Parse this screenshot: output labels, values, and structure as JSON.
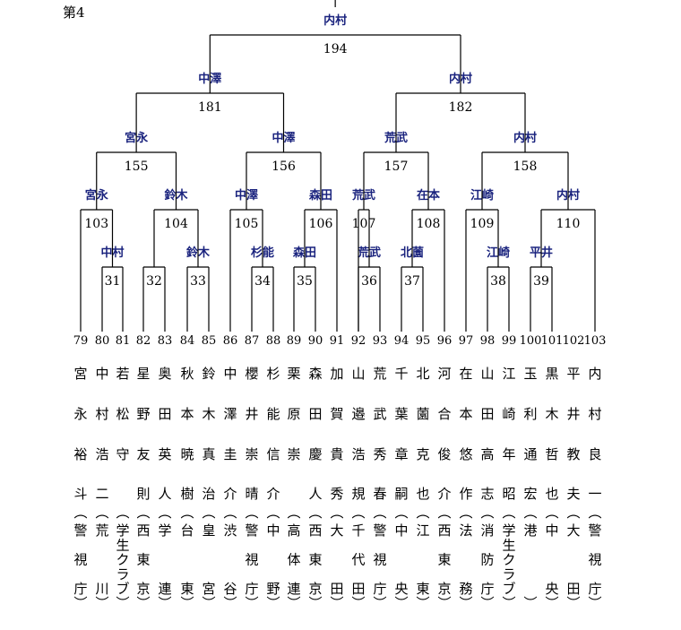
{
  "page_label": "第4",
  "colors": {
    "line": "#000000",
    "winner": "#1a237e",
    "text": "#000000"
  },
  "entries": [
    {
      "seed": "79",
      "name": "宮永裕斗",
      "team": "警視庁"
    },
    {
      "seed": "80",
      "name": "中村浩二",
      "team": "荒川"
    },
    {
      "seed": "81",
      "name": "若松守",
      "team": "学生クラブ"
    },
    {
      "seed": "82",
      "name": "星野友則",
      "team": "西東京"
    },
    {
      "seed": "83",
      "name": "奥田英人",
      "team": "学連"
    },
    {
      "seed": "84",
      "name": "秋本暁樹",
      "team": "台東"
    },
    {
      "seed": "85",
      "name": "鈴木真治",
      "team": "皇宮"
    },
    {
      "seed": "86",
      "name": "中澤圭介",
      "team": "渋谷"
    },
    {
      "seed": "87",
      "name": "櫻井崇晴",
      "team": "警視庁"
    },
    {
      "seed": "88",
      "name": "杉能信介",
      "team": "中野"
    },
    {
      "seed": "89",
      "name": "栗原崇",
      "team": "高体連"
    },
    {
      "seed": "90",
      "name": "森田慶人",
      "team": "西東京"
    },
    {
      "seed": "91",
      "name": "加賀貴秀",
      "team": "大田"
    },
    {
      "seed": "92",
      "name": "山邉浩規",
      "team": "千代田"
    },
    {
      "seed": "93",
      "name": "荒武秀春",
      "team": "警視庁"
    },
    {
      "seed": "94",
      "name": "千葉章嗣",
      "team": "中央"
    },
    {
      "seed": "95",
      "name": "北薗克也",
      "team": "江東"
    },
    {
      "seed": "96",
      "name": "河合俊介",
      "team": "西東京"
    },
    {
      "seed": "97",
      "name": "在本悠作",
      "team": "法務"
    },
    {
      "seed": "98",
      "name": "山田高志",
      "team": "消防庁"
    },
    {
      "seed": "99",
      "name": "江崎年昭",
      "team": "学生クラブ"
    },
    {
      "seed": "100",
      "name": "玉利通宏",
      "team": "港"
    },
    {
      "seed": "101",
      "name": "黒木哲也",
      "team": "中央"
    },
    {
      "seed": "102",
      "name": "平井教夫",
      "team": "大田"
    },
    {
      "seed": "103",
      "name": "内村良一",
      "team": "警視庁"
    }
  ],
  "matches": [
    {
      "id": "31",
      "winner": "中村"
    },
    {
      "id": "32",
      "winner": ""
    },
    {
      "id": "33",
      "winner": "鈴木"
    },
    {
      "id": "34",
      "winner": "杉能"
    },
    {
      "id": "35",
      "winner": "森田"
    },
    {
      "id": "36",
      "winner": "荒武"
    },
    {
      "id": "37",
      "winner": "北薗"
    },
    {
      "id": "38",
      "winner": "江崎"
    },
    {
      "id": "39",
      "winner": "平井"
    },
    {
      "id": "103",
      "winner": "宮永"
    },
    {
      "id": "104",
      "winner": "鈴木"
    },
    {
      "id": "105",
      "winner": "中澤"
    },
    {
      "id": "106",
      "winner": "森田"
    },
    {
      "id": "107",
      "winner": "荒武"
    },
    {
      "id": "108",
      "winner": "在本"
    },
    {
      "id": "109",
      "winner": "江崎"
    },
    {
      "id": "110",
      "winner": "内村"
    },
    {
      "id": "155",
      "winner": "宮永"
    },
    {
      "id": "156",
      "winner": "中澤"
    },
    {
      "id": "157",
      "winner": "荒武"
    },
    {
      "id": "158",
      "winner": "内村"
    },
    {
      "id": "181",
      "winner": "中澤"
    },
    {
      "id": "182",
      "winner": "内村"
    },
    {
      "id": "194",
      "winner": "内村"
    }
  ]
}
